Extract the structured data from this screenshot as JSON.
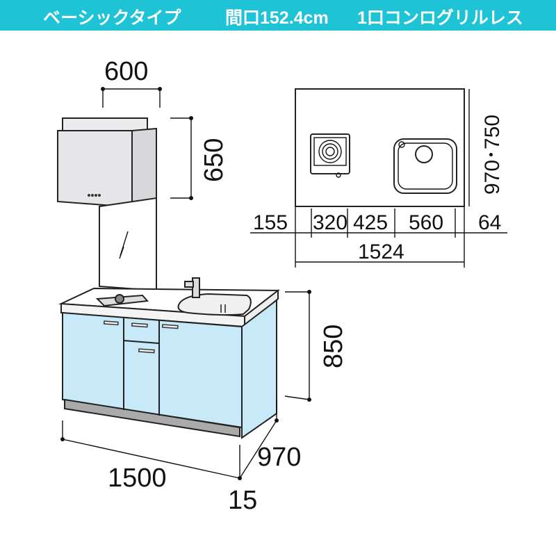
{
  "header": {
    "type": "ベーシックタイプ",
    "width": "間口152.4cm",
    "stove": "1口コンログリルレス"
  },
  "front_view": {
    "hood_width": "600",
    "hood_height": "650",
    "counter_height": "850",
    "cabinet_width": "1500",
    "depth": "970",
    "offset": "15"
  },
  "plan_view": {
    "depth": "970･750",
    "segments": [
      "155",
      "320",
      "425",
      "560",
      "64"
    ],
    "total": "1524"
  },
  "colors": {
    "header_bg": "#1ec3d6",
    "cabinet": "#c8e9f7"
  }
}
